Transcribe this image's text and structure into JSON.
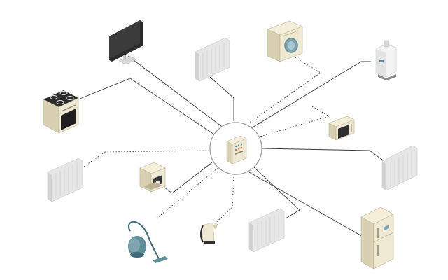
{
  "diagram": {
    "hub": {
      "device": "control-panel",
      "ring_color": "#9a9a9a"
    },
    "link_color": "#3a3a3a",
    "link_styles": {
      "wired": "solid",
      "wireless": "dotted"
    },
    "palette": {
      "cream": "#efe8d2",
      "cream_side": "#d9d0b4",
      "cream_dark": "#c8bd9c",
      "white_panel": "#f1f1f1",
      "white_side": "#dcdcdc",
      "black": "#2c2c2c",
      "teal": "#5f8f9a",
      "teal_dark": "#3e6b75"
    },
    "devices": [
      {
        "name": "television",
        "connection": "wired"
      },
      {
        "name": "radiator-top",
        "connection": "wired"
      },
      {
        "name": "washing-machine",
        "connection": "wireless"
      },
      {
        "name": "water-heater",
        "connection": "wired"
      },
      {
        "name": "stove",
        "connection": "wired"
      },
      {
        "name": "microwave",
        "connection": "wireless"
      },
      {
        "name": "radiator-left",
        "connection": "wireless"
      },
      {
        "name": "radiator-right",
        "connection": "wired"
      },
      {
        "name": "coffee-machine",
        "connection": "wired"
      },
      {
        "name": "vacuum-cleaner",
        "connection": "wireless"
      },
      {
        "name": "kettle",
        "connection": "wireless"
      },
      {
        "name": "radiator-bottom",
        "connection": "wired"
      },
      {
        "name": "refrigerator",
        "connection": "wired"
      }
    ]
  }
}
